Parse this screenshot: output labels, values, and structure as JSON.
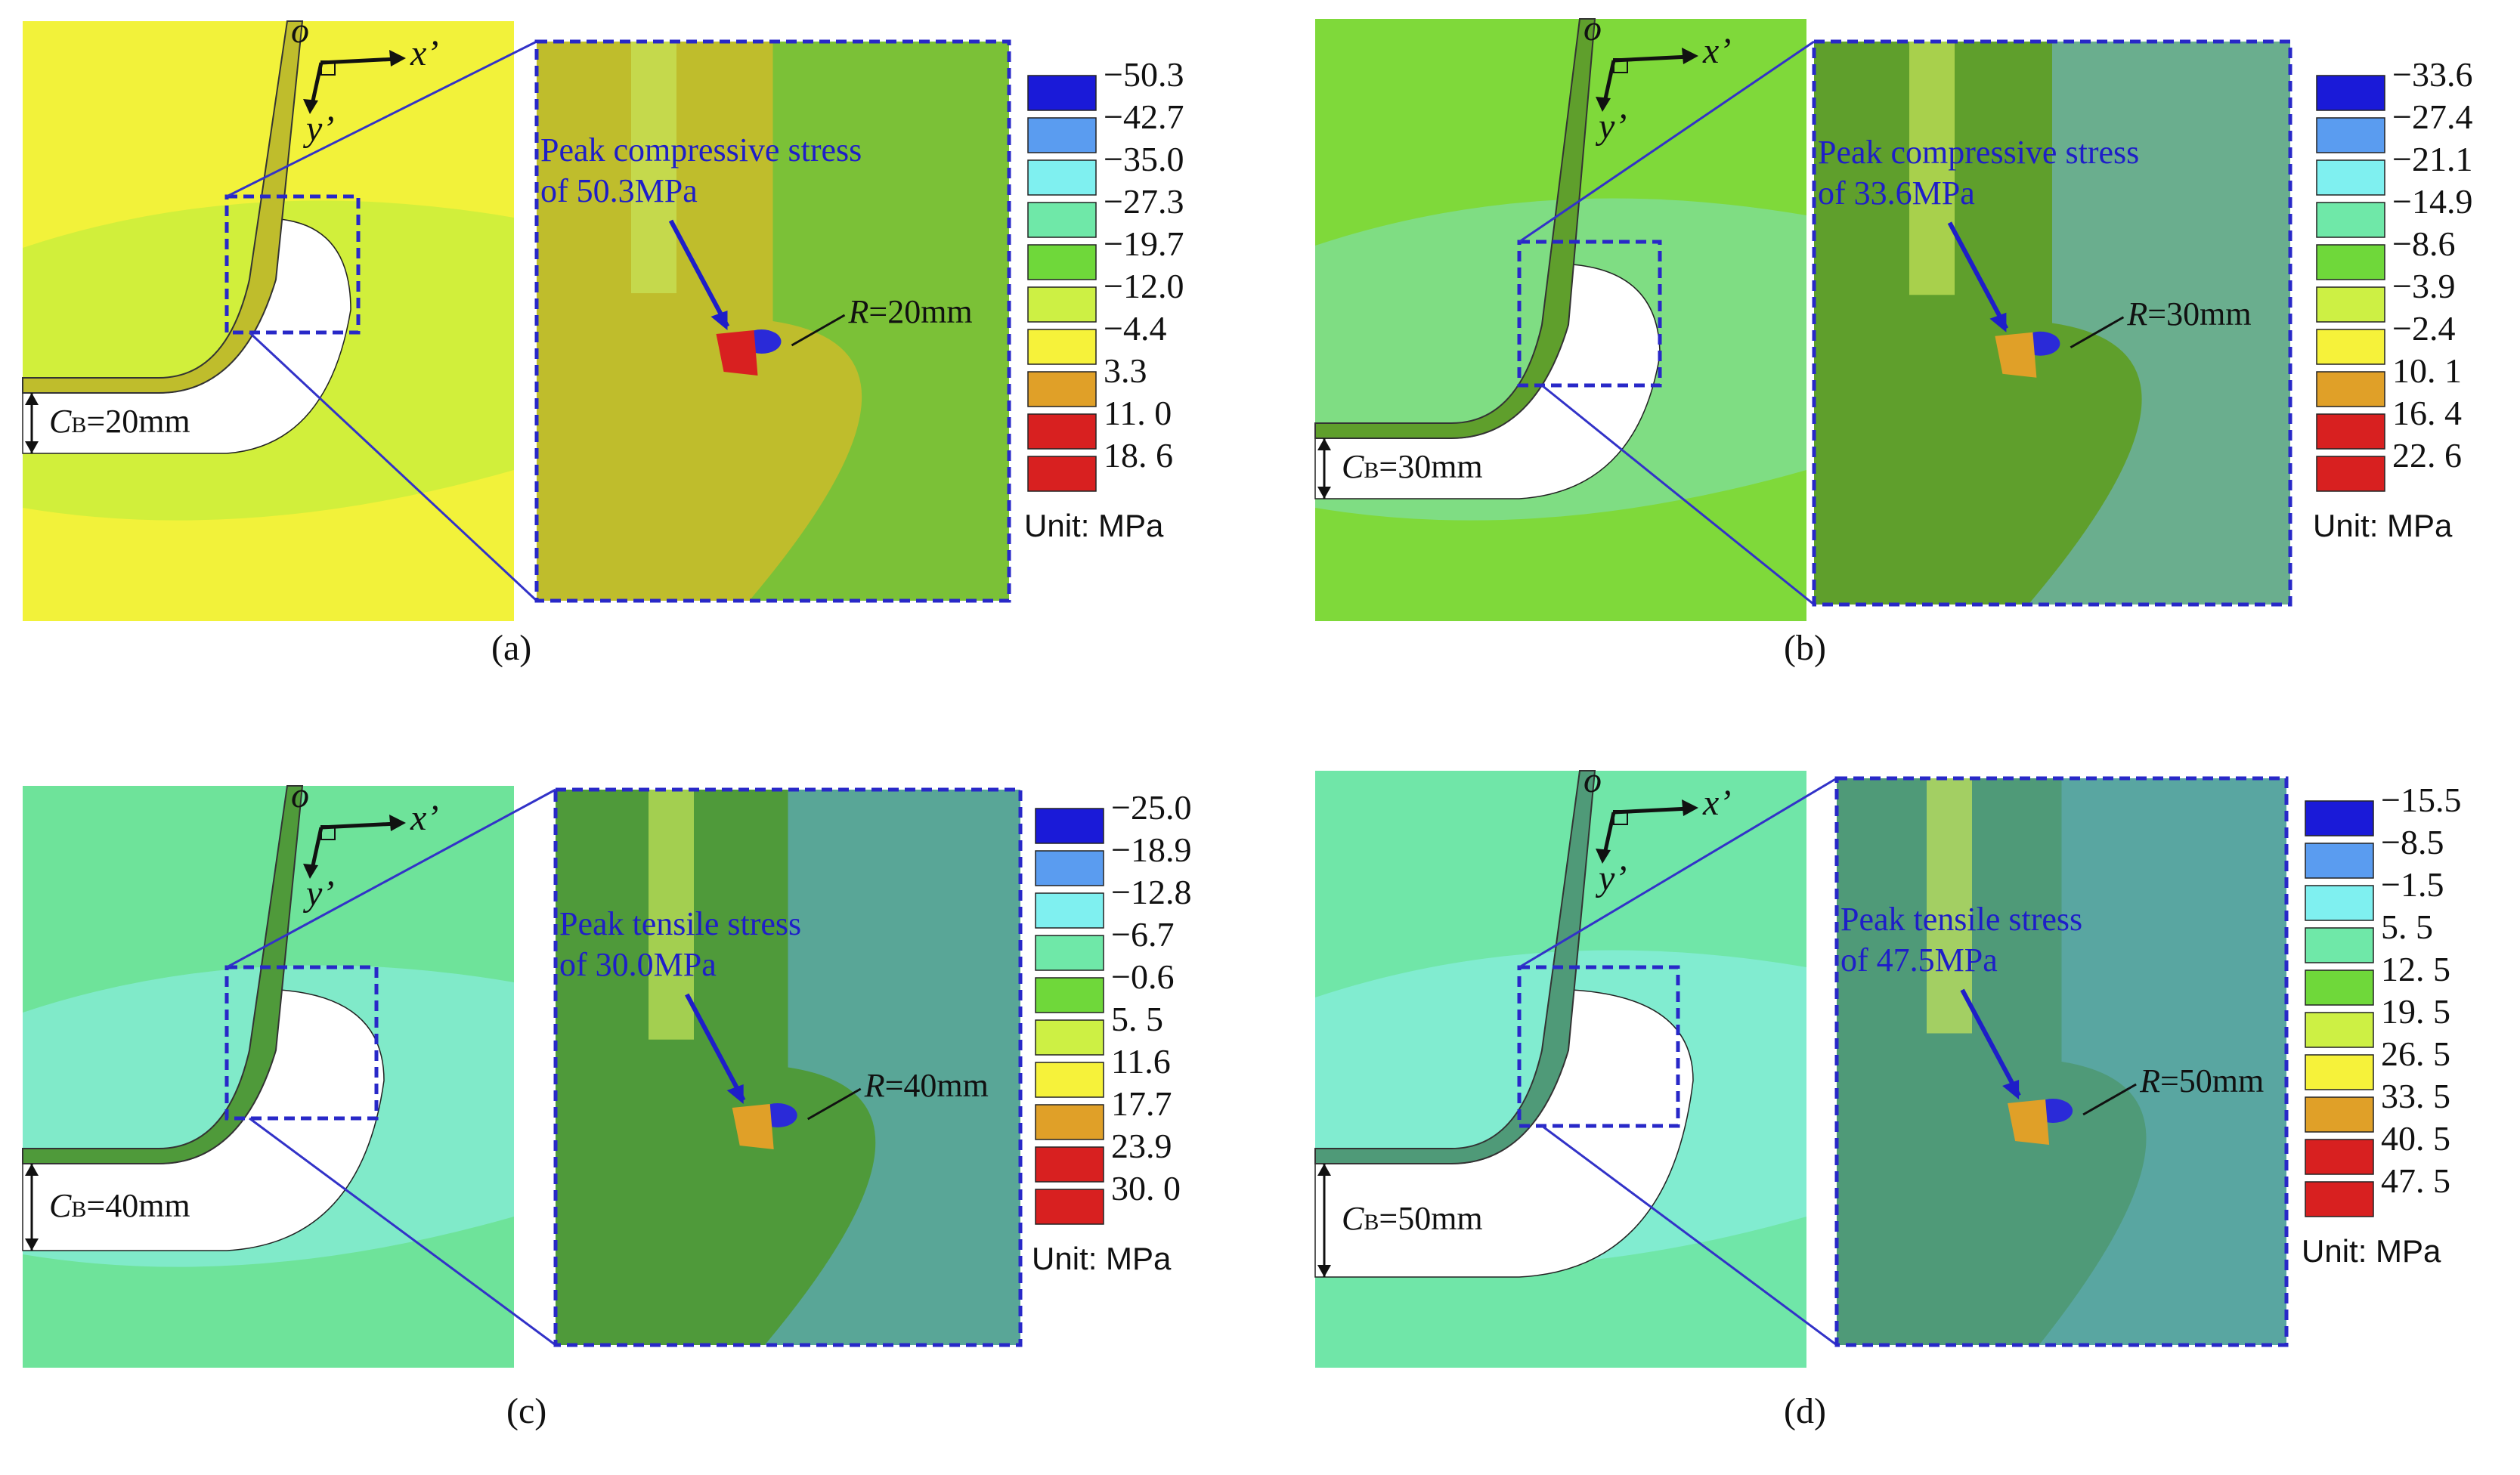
{
  "unit_label": "Unit: MPa",
  "axis_labels": {
    "origin": "o",
    "x": "x’",
    "y": "y’"
  },
  "panels": [
    {
      "label": "(a)",
      "cb_text": "=20mm",
      "r_text": "=20mm",
      "peak_text": [
        "Peak compressive stress",
        "of 50.3MPa"
      ],
      "legend": [
        "−50.3",
        "−42.7",
        "−35.0",
        "−27.3",
        "−19.7",
        "−12.0",
        "−4.4",
        "3.3",
        "11. 0",
        "18. 6"
      ],
      "colors": {
        "background": "#f2f23a",
        "zoom": "#bfbd2c"
      }
    },
    {
      "label": "(b)",
      "cb_text": "=30mm",
      "r_text": "=30mm",
      "peak_text": [
        "Peak compressive stress",
        "of 33.6MPa"
      ],
      "legend": [
        "−33.6",
        "−27.4",
        "−21.1",
        "−14.9",
        "−8.6",
        "−3.9",
        "−2.4",
        "10. 1",
        "16. 4",
        "22. 6"
      ],
      "colors": {
        "background": "#7fd93a",
        "zoom": "#5f9f2c"
      }
    },
    {
      "label": "(c)",
      "cb_text": "=40mm",
      "r_text": "=40mm",
      "peak_text": [
        "Peak tensile stress",
        "of 30.0MPa"
      ],
      "legend": [
        "−25.0",
        "−18.9",
        "−12.8",
        "−6.7",
        "−0.6",
        "5. 5",
        "11.6",
        "17.7",
        "23.9",
        "30. 0"
      ],
      "colors": {
        "background": "#6ee39a",
        "zoom": "#4f9a3a"
      }
    },
    {
      "label": "(d)",
      "cb_text": "=50mm",
      "r_text": "=50mm",
      "peak_text": [
        "Peak tensile stress",
        "of 47.5MPa"
      ],
      "legend": [
        "−15.5",
        "−8.5",
        "−1.5",
        "5. 5",
        "12. 5",
        "19. 5",
        "26. 5",
        "33. 5",
        "40. 5",
        "47. 5"
      ],
      "colors": {
        "background": "#70e6a8",
        "zoom": "#4f9a78"
      }
    }
  ],
  "legend_swatch_colors": [
    "#1a1ad8",
    "#5a9cf0",
    "#7ff0f0",
    "#6fe8a8",
    "#6fd83a",
    "#cdf044",
    "#f6f23a",
    "#e0a028",
    "#d82020",
    "#d82020"
  ]
}
